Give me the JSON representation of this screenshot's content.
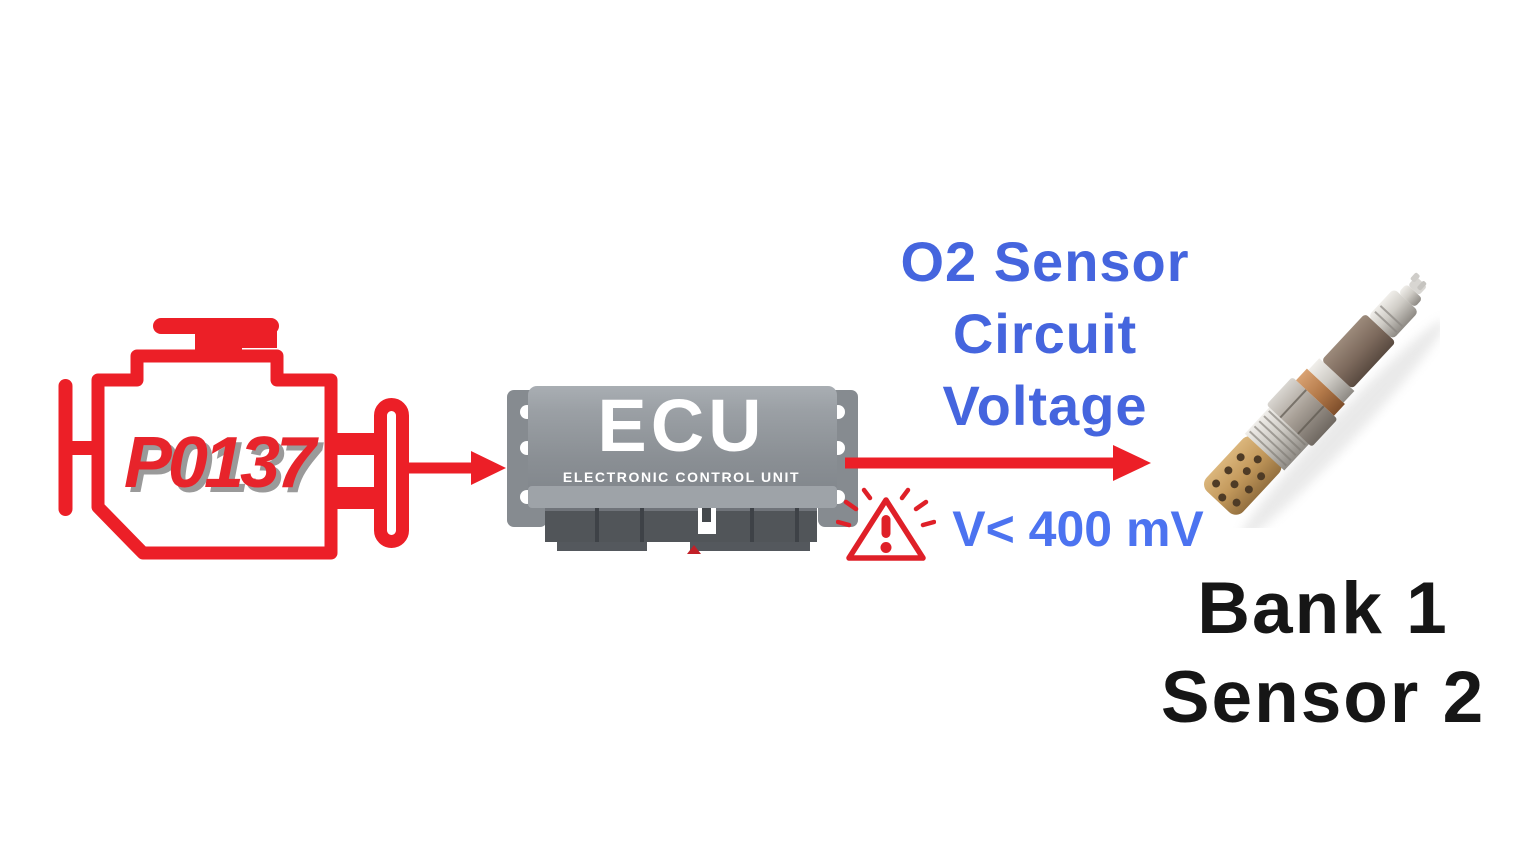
{
  "colors": {
    "accent_red": "#EC1F27",
    "code_red": "#E7242B",
    "label_blue": "#4565DE",
    "value_blue": "#4C73F0",
    "text_black": "#161616",
    "ecu_gray": "#8A8F94"
  },
  "engine_light": {
    "code": "P0137"
  },
  "ecu": {
    "title": "ECU",
    "subtitle": "ELECTRONIC CONTROL UNIT"
  },
  "signal": {
    "label_line1": "O2 Sensor",
    "label_line2": "Circuit",
    "label_line3": "Voltage",
    "condition": "V< 400 mV"
  },
  "sensor": {
    "location_line1": "Bank 1",
    "location_line2": "Sensor 2"
  }
}
